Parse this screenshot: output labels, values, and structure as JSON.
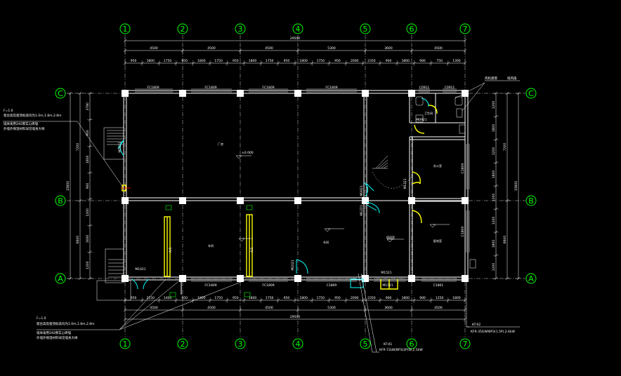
{
  "drawing": {
    "colors": {
      "background": "#000000",
      "wall": "#ffffff",
      "grid_bubble": "#00ff00",
      "column": "#ffffff",
      "door": "#00ffff",
      "window": "#ffff00",
      "dimension": "#ffffff",
      "axis_line": "#ffffff",
      "tag": "#00ff00",
      "red_mark": "#ff0000"
    },
    "axes": {
      "numbers_top": [
        "1",
        "2",
        "3",
        "4",
        "5",
        "6",
        "7"
      ],
      "numbers_bottom": [
        "1",
        "2",
        "3",
        "4",
        "5",
        "6",
        "7"
      ],
      "letters_left": [
        "C",
        "B",
        "A"
      ],
      "letters_right": [
        "C",
        "B",
        "A"
      ]
    },
    "dimensions": {
      "top_overall": "29500",
      "top_bays": [
        "4500",
        "4500",
        "4500",
        "5300",
        "3600",
        "4500"
      ],
      "top_details": [
        "950",
        "1800",
        "1750",
        "950",
        "1800",
        "1750",
        "950",
        "1800",
        "1750",
        "950",
        "1800",
        "1750",
        "950",
        "2000",
        "2350",
        "900",
        "1800",
        "900",
        "750",
        "1300"
      ],
      "bottom_overall": "29500",
      "bottom_bays": [
        "4500",
        "4500",
        "4500",
        "5300",
        "3600",
        "4500"
      ],
      "bottom_details": [
        "950",
        "2150",
        "1400",
        "950",
        "1800",
        "1750",
        "950",
        "1800",
        "1750",
        "950",
        "1800",
        "1750",
        "950",
        "2000",
        "2350",
        "900",
        "1800",
        "900",
        "1250",
        "1800"
      ],
      "left_overall": "15600",
      "left_bays": [
        "7200",
        "6600"
      ],
      "left_details": [
        "3780",
        "900",
        "1800",
        "900",
        "1200",
        "3000",
        "1200"
      ],
      "right_overall": "15600",
      "right_bays": [
        "7200",
        "6600"
      ],
      "right_details": [
        "1200",
        "1800",
        "1200",
        "1800",
        "1200",
        "1200",
        "1800",
        "1200"
      ]
    },
    "window_tags": {
      "top": [
        "FC1809",
        "FC1809",
        "FC1809",
        "FC1809",
        "C0911",
        "C0911"
      ],
      "bottom": [
        "FC1809",
        "FC1809",
        "C1809",
        "M1521",
        "C1801"
      ],
      "right": [
        "C1809",
        "C1809"
      ]
    },
    "door_tags": [
      "M1021",
      "M0921",
      "M0921",
      "M1221",
      "M1021",
      "M1221",
      "M0921",
      "M1521"
    ],
    "rooms": [
      "厂房",
      "车间",
      "值班室",
      "办公室",
      "配电室",
      "卫生间"
    ],
    "annotations": {
      "note_left_top": "F=1.0",
      "note_left_top_lines": [
        "窗台高及窗顶标高均为1.0m,1.8m,2.8m",
        "墙体采用240厚实心砖墙",
        "外墙外保温材料详见墙身大样"
      ],
      "note_bottom_left": "F=1.0",
      "note_bottom_left_lines": [
        "窗台高及窗顶标高均为1.0m,1.8m,2.8m",
        "墙体采用240厚实心砖墙",
        "外墙外保温材料详见墙身大样"
      ],
      "note_bottom_mid": "KT-01",
      "note_bottom_mid_line": "KFR-72LW/BP3(2P)W,2.5kW",
      "note_bottom_right": "KT-02",
      "note_bottom_right_line": "KFR-35GW/BP3(1.5P),2.6kW",
      "note_top_right": "风机盘管",
      "note_top_right_sub": "排风扇",
      "column_tag": "A/1",
      "level_mark": "±0.000"
    }
  }
}
